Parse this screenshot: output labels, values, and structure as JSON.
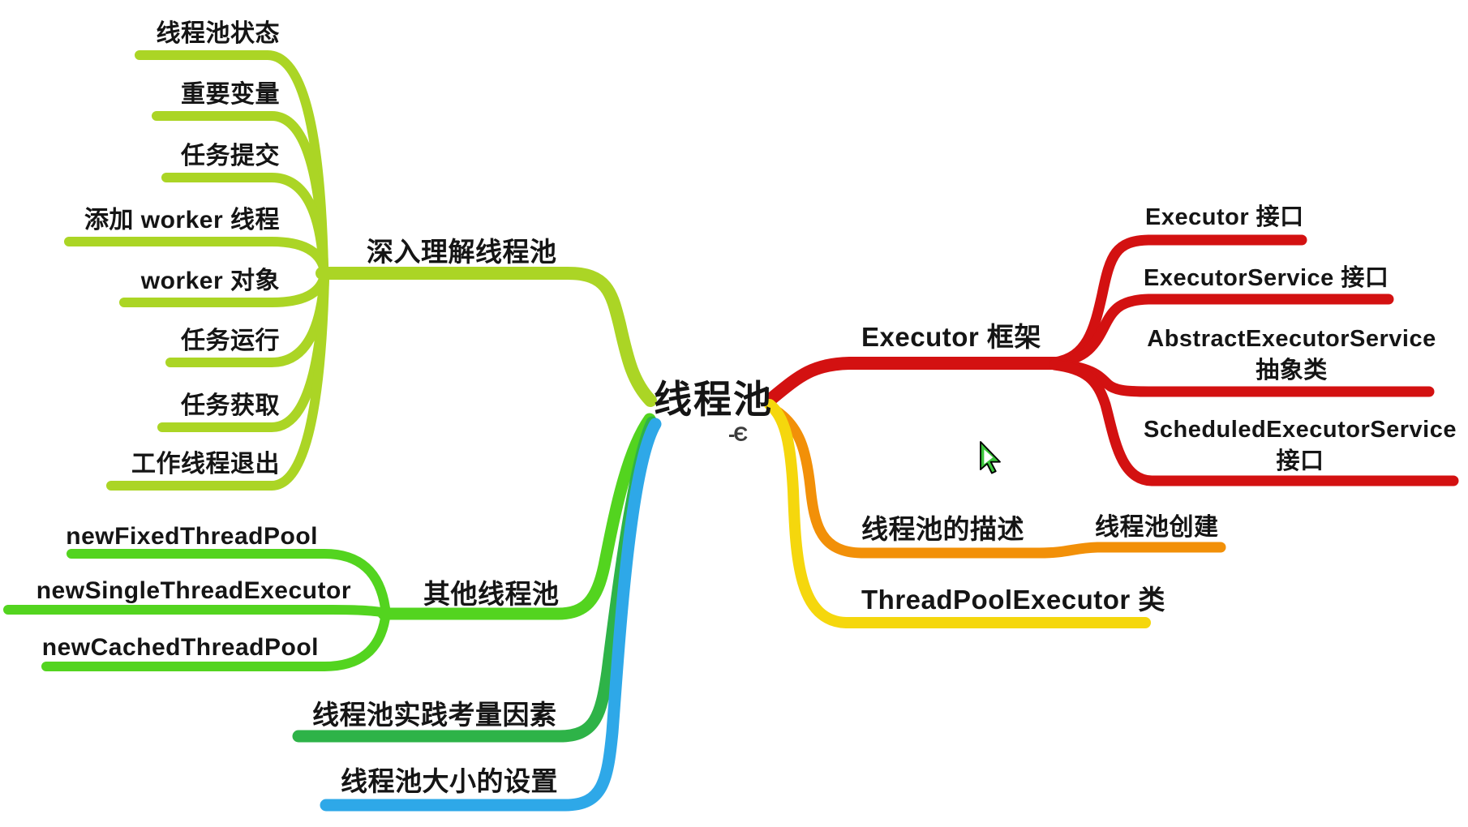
{
  "root": {
    "label": "线程池",
    "collapse_icon": "-Є"
  },
  "colors": {
    "deep_branch": "#abd525",
    "other_pools_branch": "#53d41f",
    "practice_branch": "#2eb348",
    "size_branch": "#2ea8e8",
    "executor_branch": "#d31111",
    "description_branch": "#f29008",
    "tpe_branch": "#f5d70d",
    "cursor_green": "#3cc53c"
  },
  "left": {
    "deep": {
      "label": "深入理解线程池",
      "children": [
        {
          "label": "线程池状态"
        },
        {
          "label": "重要变量"
        },
        {
          "label": "任务提交"
        },
        {
          "label": "添加 worker 线程"
        },
        {
          "label": "worker 对象"
        },
        {
          "label": "任务运行"
        },
        {
          "label": "任务获取"
        },
        {
          "label": "工作线程退出"
        }
      ]
    },
    "other_pools": {
      "label": "其他线程池",
      "children": [
        {
          "label": "newFixedThreadPool"
        },
        {
          "label": "newSingleThreadExecutor"
        },
        {
          "label": "newCachedThreadPool"
        }
      ]
    },
    "practice": {
      "label": "线程池实践考量因素"
    },
    "size": {
      "label": "线程池大小的设置"
    }
  },
  "right": {
    "executor": {
      "label": "Executor 框架",
      "children": [
        {
          "label": "Executor 接口"
        },
        {
          "label": "ExecutorService 接口"
        },
        {
          "label": "AbstractExecutorService 抽象类"
        },
        {
          "label": "ScheduledExecutorService 接口"
        }
      ]
    },
    "description": {
      "label": "线程池的描述",
      "children": [
        {
          "label": "线程池创建"
        }
      ]
    },
    "tpe": {
      "label": "ThreadPoolExecutor 类"
    }
  },
  "cursor": {
    "name": "green-arrow-cursor"
  }
}
